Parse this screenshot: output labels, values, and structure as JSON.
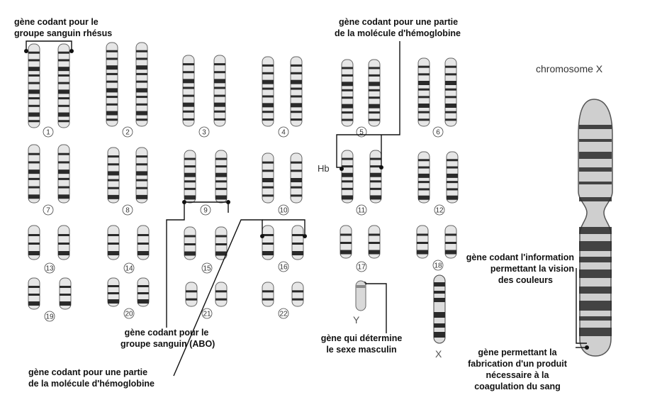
{
  "labels": {
    "rhesus_line1": "gène codant pour le",
    "rhesus_line2": "groupe sanguin rhésus",
    "hb_top_line1": "gène codant pour une partie",
    "hb_top_line2": "de la molécule d'hémoglobine",
    "abo_line1": "gène codant pour le",
    "abo_line2": "groupe sanguin (ABO)",
    "hb_bottom_line1": "gène codant pour une partie",
    "hb_bottom_line2": "de la molécule d'hémoglobine",
    "sex_line1": "gène qui détermine",
    "sex_line2": "le sexe masculin",
    "vision_line1": "gène codant l'information",
    "vision_line2": "permettant la vision",
    "vision_line3": "des couleurs",
    "coag_line1": "gène permettant la",
    "coag_line2": "fabrication d'un produit",
    "coag_line3": "nécessaire à la",
    "coag_line4": "coagulation du sang",
    "chromosome_x_title": "chromosome X",
    "hb_marker": "Hb",
    "y_label": "Y",
    "x_label": "X"
  },
  "chromosome_numbers": [
    "1",
    "2",
    "3",
    "4",
    "5",
    "6",
    "7",
    "8",
    "9",
    "10",
    "11",
    "12",
    "13",
    "14",
    "15",
    "16",
    "17",
    "18",
    "19",
    "20",
    "21",
    "22"
  ],
  "colors": {
    "band_dark": "#2a2a2a",
    "chromosome_fill": "#e6e6e6",
    "line": "#111111"
  }
}
